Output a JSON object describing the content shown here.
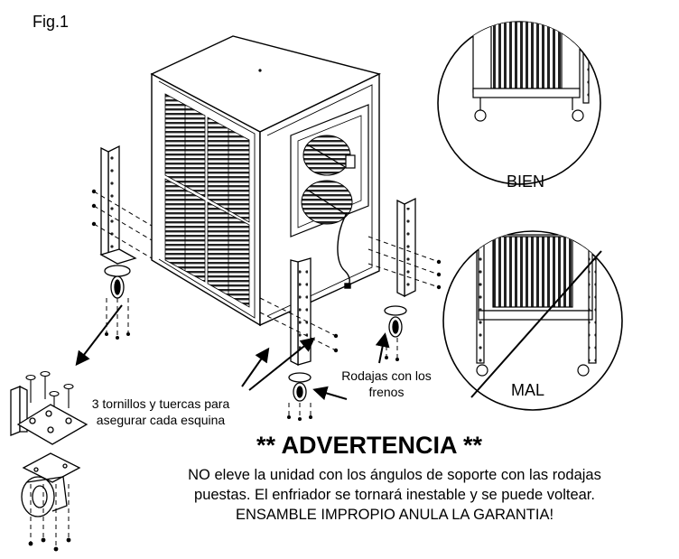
{
  "figure_label": "Fig.1",
  "callouts": {
    "correct_label": "BIEN",
    "wrong_label": "MAL",
    "screws_note": "3 tornillos y tuercas para asegurar cada esquina",
    "brakes_note": "Rodajas con los frenos"
  },
  "warning": {
    "title": "** ADVERTENCIA **",
    "lines": [
      "NO eleve la unidad con los ángulos de soporte con las rodajas",
      "puestas. El enfriador se tornará inestable y se puede voltear.",
      "ENSAMBLE IMPROPIO ANULA LA GARANTIA!"
    ]
  },
  "icons": [
    "evaporative-cooler-unit",
    "support-bracket",
    "caster-wheel",
    "screw",
    "nut",
    "arrow",
    "check-circle-detail",
    "prohibited-circle-detail"
  ]
}
